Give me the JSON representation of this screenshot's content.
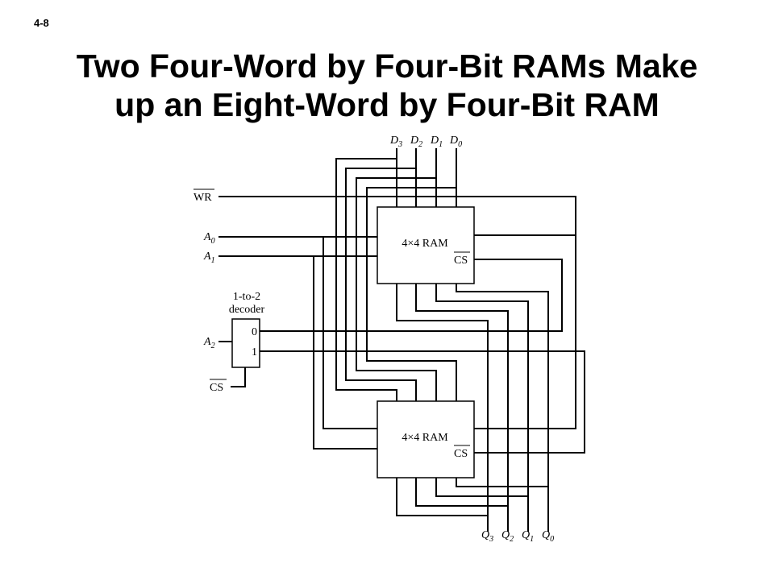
{
  "slide_number": "4-8",
  "title": {
    "line1": "Two Four-Word by Four-Bit RAMs Make",
    "line2": "up an Eight-Word by Four-Bit RAM"
  },
  "inputs": {
    "wr": "WR",
    "a0": "A",
    "a0_sub": "0",
    "a1": "A",
    "a1_sub": "1",
    "a2": "A",
    "a2_sub": "2",
    "cs": "CS"
  },
  "data_inputs": [
    {
      "label": "D",
      "sub": "3"
    },
    {
      "label": "D",
      "sub": "2"
    },
    {
      "label": "D",
      "sub": "1"
    },
    {
      "label": "D",
      "sub": "0"
    }
  ],
  "outputs": [
    {
      "label": "Q",
      "sub": "3"
    },
    {
      "label": "Q",
      "sub": "2"
    },
    {
      "label": "Q",
      "sub": "1"
    },
    {
      "label": "Q",
      "sub": "0"
    }
  ],
  "decoder": {
    "label_line1": "1-to-2",
    "label_line2": "decoder",
    "out0": "0",
    "out1": "1"
  },
  "ram_top": {
    "label": "4×4 RAM",
    "cs": "CS"
  },
  "ram_bottom": {
    "label": "4×4 RAM",
    "cs": "CS"
  }
}
